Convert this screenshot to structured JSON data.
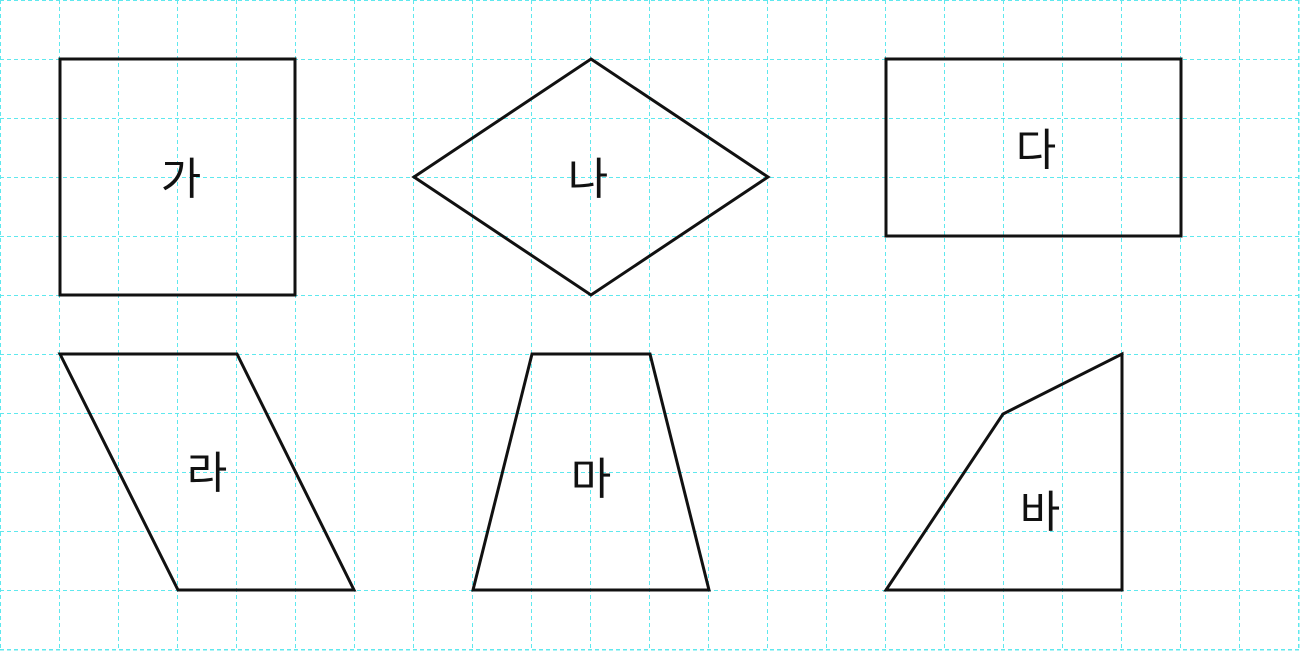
{
  "figure": {
    "grid_color": "#5fe8ee",
    "stroke_color": "#111111",
    "shapes": [
      {
        "id": "ga",
        "label": "가"
      },
      {
        "id": "na",
        "label": "나"
      },
      {
        "id": "da",
        "label": "다"
      },
      {
        "id": "ra",
        "label": "라"
      },
      {
        "id": "ma",
        "label": "마"
      },
      {
        "id": "ba",
        "label": "바"
      }
    ]
  }
}
